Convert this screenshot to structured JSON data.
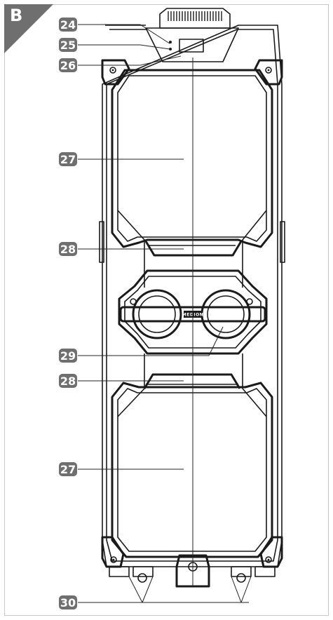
{
  "figure": {
    "letter": "B",
    "brand_text": "MEDION"
  },
  "callouts": [
    {
      "id": "c24",
      "label": "24"
    },
    {
      "id": "c25",
      "label": "25"
    },
    {
      "id": "c26",
      "label": "26"
    },
    {
      "id": "c27a",
      "label": "27"
    },
    {
      "id": "c28a",
      "label": "28"
    },
    {
      "id": "c29",
      "label": "29"
    },
    {
      "id": "c28b",
      "label": "28"
    },
    {
      "id": "c27b",
      "label": "27"
    },
    {
      "id": "c30",
      "label": "30"
    }
  ],
  "colors": {
    "badge": "#6f6f6f",
    "corner_tab": "#6f6f6f",
    "line": "#1a1a1a"
  }
}
